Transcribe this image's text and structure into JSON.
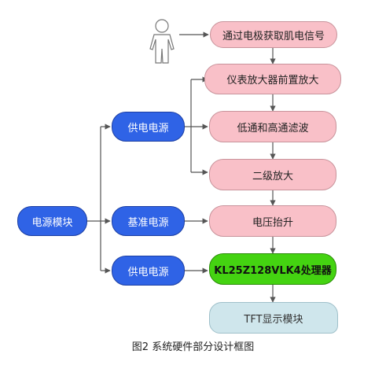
{
  "nodes": {
    "emg_acquire": "通过电极获取肌电信号",
    "instrument_amp": "仪表放大器前置放大",
    "filter": "低通和高通滤波",
    "second_amp": "二级放大",
    "level_shift": "电压抬升",
    "processor": "KL25Z128VLK4处理器",
    "display": "TFT显示模块",
    "power_module": "电源模块",
    "supply_top": "供电电源",
    "reference_supply": "基准电源",
    "supply_bottom": "供电电源"
  },
  "caption": "图2 系统硬件部分设计框图",
  "colors": {
    "pink": "#f9c0c8",
    "blue": "#2f63e6",
    "green": "#44d311",
    "light_blue": "#cfe6ec",
    "connector": "#555555"
  }
}
